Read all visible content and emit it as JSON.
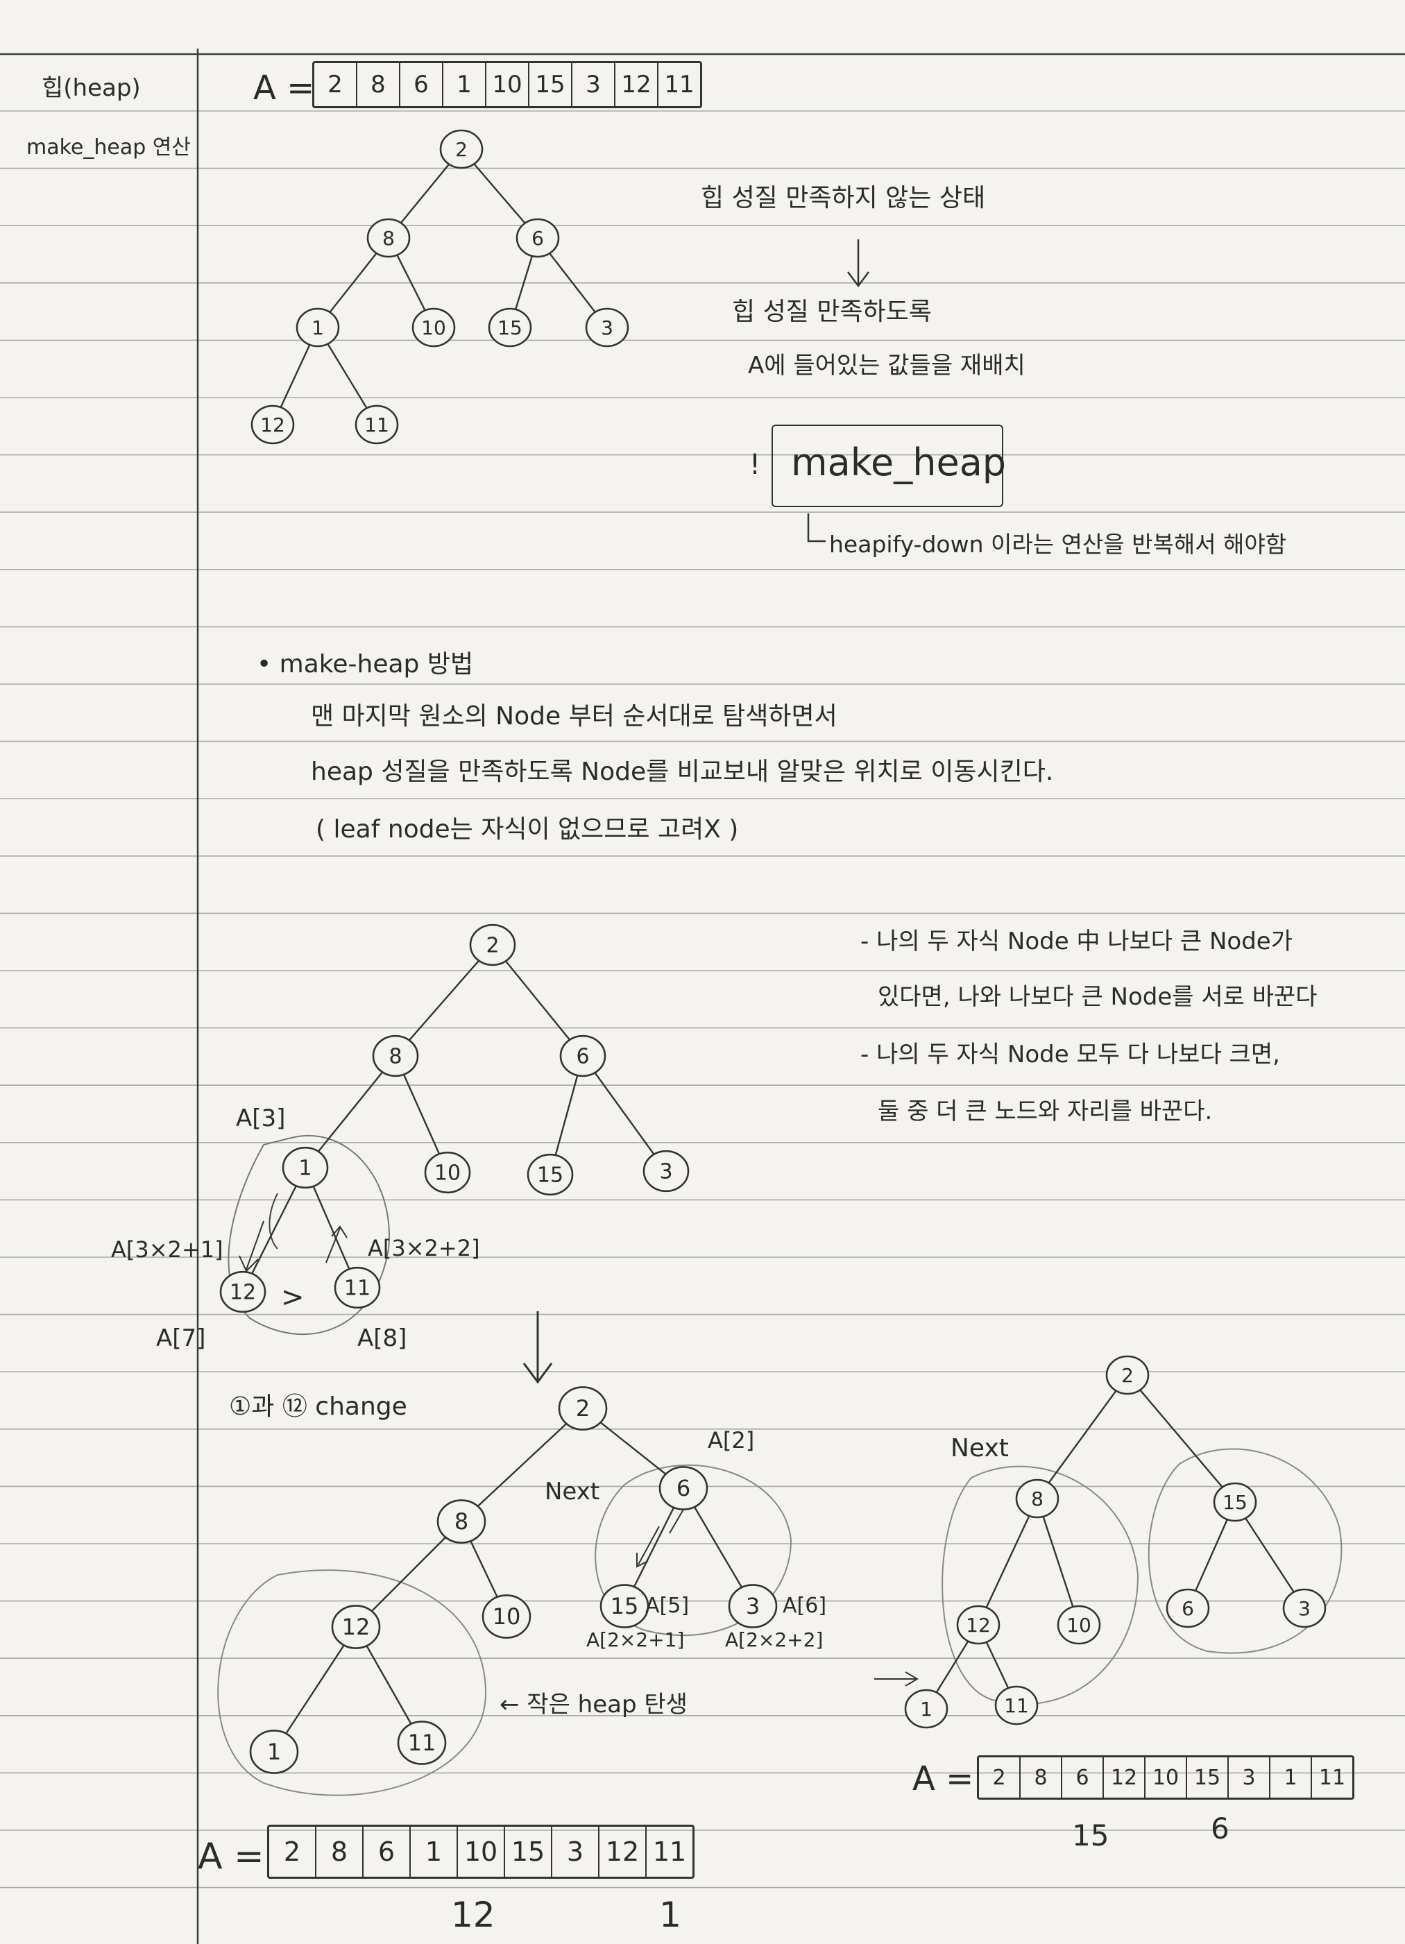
{
  "margin": {
    "title": "힙(heap)",
    "subtitle": "make_heap 연산"
  },
  "top": {
    "array_label": "A =",
    "array": [
      "2",
      "8",
      "6",
      "1",
      "10",
      "15",
      "3",
      "12",
      "11"
    ],
    "tree": {
      "nodes": [
        {
          "id": "r",
          "label": "2"
        },
        {
          "id": "a",
          "label": "8"
        },
        {
          "id": "b",
          "label": "6"
        },
        {
          "id": "c",
          "label": "1"
        },
        {
          "id": "d",
          "label": "10"
        },
        {
          "id": "e",
          "label": "15"
        },
        {
          "id": "f",
          "label": "3"
        },
        {
          "id": "g",
          "label": "12"
        },
        {
          "id": "h",
          "label": "11"
        }
      ],
      "edges": [
        [
          "r",
          "a"
        ],
        [
          "r",
          "b"
        ],
        [
          "a",
          "c"
        ],
        [
          "a",
          "d"
        ],
        [
          "b",
          "e"
        ],
        [
          "b",
          "f"
        ],
        [
          "c",
          "g"
        ],
        [
          "c",
          "h"
        ]
      ]
    },
    "notes": {
      "line1": "힙 성질 만족하지 않는 상태",
      "arrow": "↓",
      "line2": "힙 성질 만족하도록",
      "line3": "A에 들어있는 값들을 재배치",
      "mark": "!",
      "boxed": "make_heap",
      "line4": "heapify-down 이라는 연산을 반복해서 해야함"
    }
  },
  "method": {
    "bullet": "• make-heap 방법",
    "line1": "맨 마지막 원소의 Node 부터 순서대로 탐색하면서",
    "line2": "heap 성질을 만족하도록 Node를 비교보내 알맞은 위치로 이동시킨다.",
    "line3": "( leaf node는 자식이 없으므로 고려X )"
  },
  "step1": {
    "tree": {
      "nodes": [
        {
          "id": "r",
          "label": "2"
        },
        {
          "id": "a",
          "label": "8"
        },
        {
          "id": "b",
          "label": "6"
        },
        {
          "id": "c",
          "label": "1"
        },
        {
          "id": "d",
          "label": "10"
        },
        {
          "id": "e",
          "label": "15"
        },
        {
          "id": "f",
          "label": "3"
        },
        {
          "id": "g",
          "label": "12"
        },
        {
          "id": "h",
          "label": "11"
        }
      ],
      "edges": [
        [
          "r",
          "a"
        ],
        [
          "r",
          "b"
        ],
        [
          "a",
          "c"
        ],
        [
          "a",
          "d"
        ],
        [
          "b",
          "e"
        ],
        [
          "b",
          "f"
        ],
        [
          "c",
          "g"
        ],
        [
          "c",
          "h"
        ]
      ]
    },
    "labels": {
      "a3": "A[3]",
      "left_child": "A[3×2+1]",
      "right_child": "A[3×2+2]",
      "a7": "A[7]",
      "a8": "A[8]",
      "cmp": ">"
    },
    "rules": {
      "r1a": "- 나의 두 자식 Node 中 나보다 큰 Node가",
      "r1b": "있다면, 나와 나보다 큰 Node를 서로 바꾼다",
      "r2a": "- 나의 두 자식 Node 모두 다 나보다 크면,",
      "r2b": "둘 중 더 큰 노드와 자리를 바꾼다."
    },
    "down_arrow": "↓"
  },
  "step2": {
    "caption": "①과 ⑫ change",
    "tree": {
      "nodes": [
        {
          "id": "r",
          "label": "2"
        },
        {
          "id": "a",
          "label": "8"
        },
        {
          "id": "b",
          "label": "6"
        },
        {
          "id": "c",
          "label": "12"
        },
        {
          "id": "d",
          "label": "10"
        },
        {
          "id": "e",
          "label": "15"
        },
        {
          "id": "f",
          "label": "3"
        },
        {
          "id": "g",
          "label": "1"
        },
        {
          "id": "h",
          "label": "11"
        }
      ],
      "edges": [
        [
          "r",
          "a"
        ],
        [
          "r",
          "b"
        ],
        [
          "a",
          "c"
        ],
        [
          "a",
          "d"
        ],
        [
          "b",
          "e"
        ],
        [
          "b",
          "f"
        ],
        [
          "c",
          "g"
        ],
        [
          "c",
          "h"
        ]
      ]
    },
    "labels": {
      "next": "Next",
      "a2": "A[2]",
      "a5": "A[5]",
      "a6": "A[6]",
      "l": "A[2×2+1]",
      "rr": "A[2×2+2]",
      "small_heap": "← 작은 heap 탄생"
    },
    "array_label": "A =",
    "array": [
      "2",
      "8",
      "6",
      "1",
      "10",
      "15",
      "3",
      "12",
      "11"
    ],
    "under_1": "12",
    "under_2": "1"
  },
  "step3": {
    "tree": {
      "nodes": [
        {
          "id": "r",
          "label": "2"
        },
        {
          "id": "a",
          "label": "8"
        },
        {
          "id": "b",
          "label": "15"
        },
        {
          "id": "c",
          "label": "12"
        },
        {
          "id": "d",
          "label": "10"
        },
        {
          "id": "e",
          "label": "6"
        },
        {
          "id": "f",
          "label": "3"
        },
        {
          "id": "g",
          "label": "1"
        },
        {
          "id": "h",
          "label": "11"
        }
      ],
      "edges": [
        [
          "r",
          "a"
        ],
        [
          "r",
          "b"
        ],
        [
          "a",
          "c"
        ],
        [
          "a",
          "d"
        ],
        [
          "b",
          "e"
        ],
        [
          "b",
          "f"
        ],
        [
          "c",
          "g"
        ],
        [
          "c",
          "h"
        ]
      ]
    },
    "labels": {
      "next": "Next",
      "arrow": "⟶"
    },
    "array_label": "A =",
    "array": [
      "2",
      "8",
      "6",
      "12",
      "10",
      "15",
      "3",
      "1",
      "11"
    ],
    "under_1": "15",
    "under_2": "6"
  }
}
